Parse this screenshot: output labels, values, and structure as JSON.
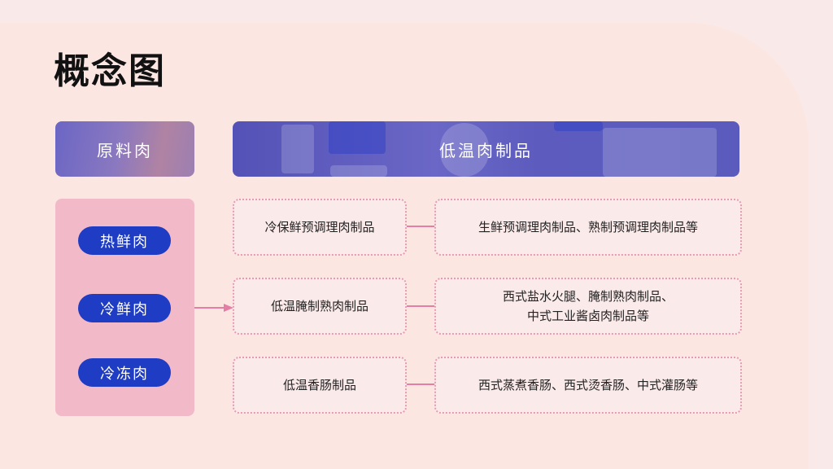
{
  "title": "概念图",
  "headers": {
    "left": "原料肉",
    "right": "低温肉制品"
  },
  "raw_meats": [
    "热鲜肉",
    "冷鲜肉",
    "冷冻肉"
  ],
  "rows": [
    {
      "category": "冷保鲜预调理肉制品",
      "examples": [
        "生鲜预调理肉制品、熟制预调理肉制品等"
      ]
    },
    {
      "category": "低温腌制熟肉制品",
      "examples": [
        "西式盐水火腿、腌制熟肉制品、",
        "中式工业酱卤肉制品等"
      ]
    },
    {
      "category": "低温香肠制品",
      "examples": [
        "西式蒸煮香肠、西式烫香肠、中式灌肠等"
      ]
    }
  ],
  "colors": {
    "pill": "#1f3cc4",
    "accent_pink": "#e57ea5",
    "category_panel": "#f2b9c9"
  }
}
